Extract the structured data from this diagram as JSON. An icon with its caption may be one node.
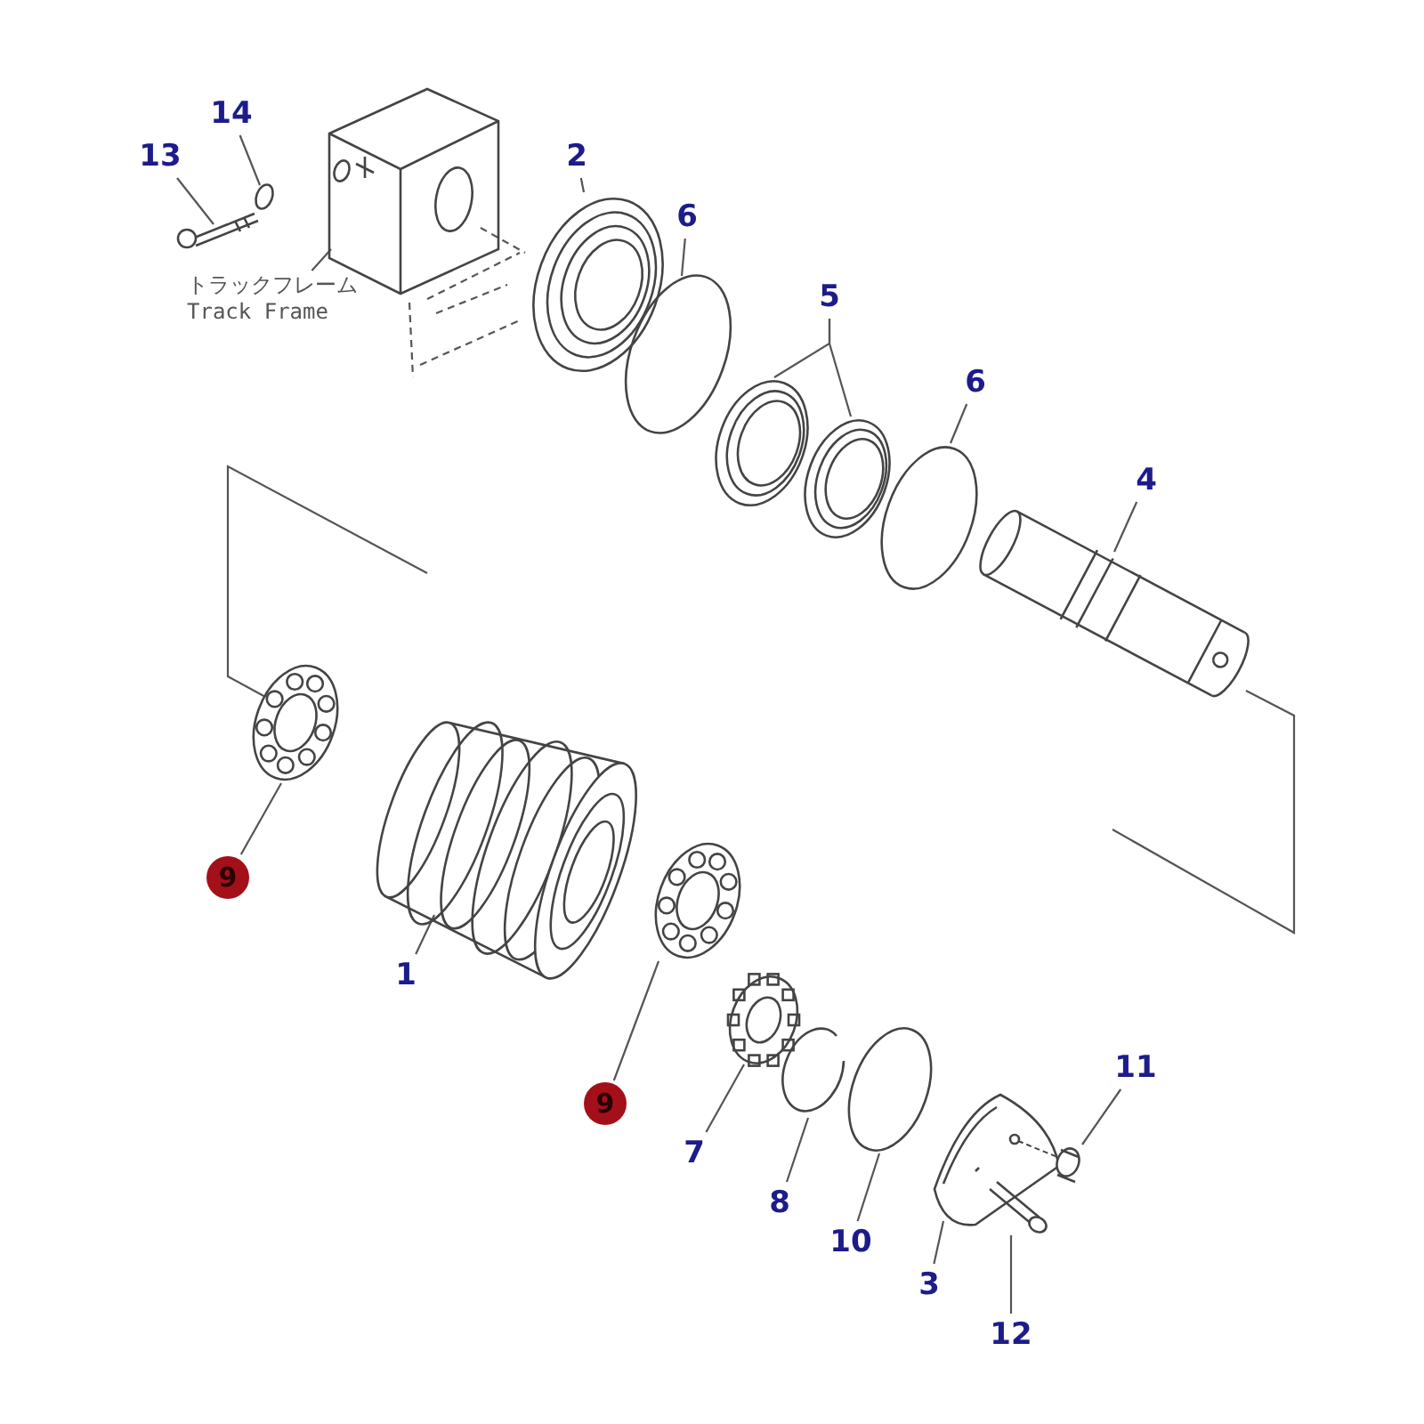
{
  "diagram": {
    "nodes": [
      {
        "text": [
          "13"
        ]
      },
      {
        "text": [
          "14"
        ]
      },
      {
        "text": [
          "2"
        ]
      },
      {
        "text": [
          "6"
        ]
      },
      {
        "text": [
          "5"
        ]
      },
      {
        "text": [
          "6"
        ]
      },
      {
        "text": [
          "4"
        ]
      },
      {
        "text": [
          "トラックフレーム",
          "Track Frame"
        ]
      },
      {
        "text": [
          "9"
        ]
      },
      {
        "text": [
          "1"
        ]
      },
      {
        "text": [
          "9"
        ]
      },
      {
        "text": [
          "11"
        ]
      },
      {
        "text": [
          "7"
        ]
      },
      {
        "text": [
          "8"
        ]
      },
      {
        "text": [
          "10"
        ]
      },
      {
        "text": [
          "3"
        ]
      },
      {
        "text": [
          "12"
        ]
      },
      {
        "text": [],
        "shape": "picture"
      },
      {
        "text": [],
        "shape": "circle"
      },
      {
        "text": [],
        "shape": "picture"
      },
      {
        "text": [],
        "shape": "picture"
      },
      {
        "text": [],
        "shape": "circle"
      },
      {
        "text": [],
        "shape": "picture"
      },
      {
        "text": [],
        "shape": "picture"
      },
      {
        "text": [],
        "shape": "circle"
      },
      {
        "text": [],
        "shape": "picture"
      },
      {
        "text": [],
        "shape": "picture"
      },
      {
        "text": [],
        "shape": "picture"
      },
      {
        "text": [],
        "shape": "picture"
      },
      {
        "text": [],
        "shape": "picture"
      },
      {
        "text": [],
        "shape": "picture"
      },
      {
        "text": [],
        "shape": "circle"
      },
      {
        "text": [],
        "shape": "picture"
      },
      {
        "text": [],
        "shape": "picture"
      },
      {
        "text": [],
        "shape": "picture"
      }
    ],
    "edges": [
      {
        "from": 0,
        "to": 17,
        "arrow": "none"
      },
      {
        "from": 1,
        "to": 18,
        "arrow": "none"
      },
      {
        "from": 2,
        "to": 20,
        "arrow": "none"
      },
      {
        "from": 3,
        "to": 21,
        "arrow": "none"
      },
      {
        "from": 4,
        "to": 22,
        "arrow": "none"
      },
      {
        "from": 4,
        "to": 23,
        "arrow": "none"
      },
      {
        "from": 5,
        "to": 24,
        "arrow": "none"
      },
      {
        "from": 6,
        "to": 25,
        "arrow": "none"
      },
      {
        "from": 7,
        "to": 19,
        "arrow": "none"
      },
      {
        "from": 8,
        "to": 26,
        "arrow": "none"
      },
      {
        "from": 9,
        "to": 27,
        "arrow": "none"
      },
      {
        "from": 10,
        "to": 28,
        "arrow": "none"
      },
      {
        "from": 11,
        "to": 33,
        "arrow": "none"
      },
      {
        "from": 12,
        "to": 29,
        "arrow": "none"
      },
      {
        "from": 13,
        "to": 30,
        "arrow": "none"
      },
      {
        "from": 14,
        "to": 31,
        "arrow": "none"
      },
      {
        "from": 15,
        "to": 32,
        "arrow": "none"
      },
      {
        "from": 16,
        "to": 34,
        "arrow": "none"
      }
    ]
  }
}
